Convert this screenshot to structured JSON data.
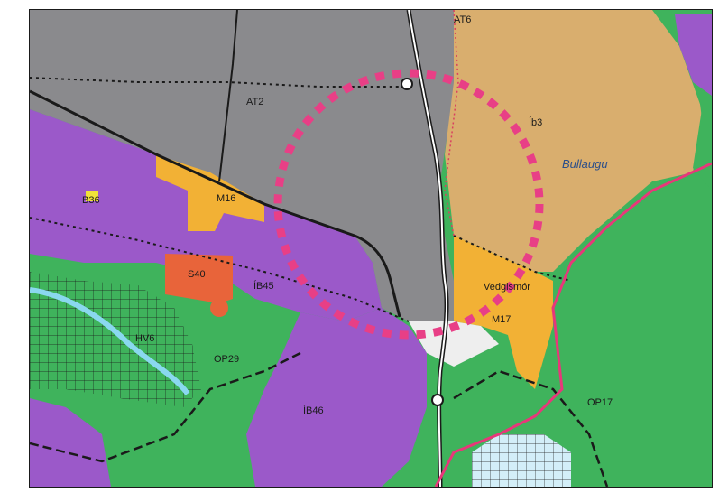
{
  "map": {
    "labels": {
      "at6": "AT6",
      "at2": "AT2",
      "ib3": "Íb3",
      "bullaugu": "Bullaugu",
      "b36": "B36",
      "m16": "M16",
      "s40": "S40",
      "ib45": "ÍB45",
      "hv6": "HV6",
      "op29": "OP29",
      "ib46": "ÍB46",
      "m17": "M17",
      "op17": "OP17",
      "vedgismor": "Vedgismór"
    },
    "colors": {
      "industrial_gray": "#8a8a8d",
      "residential_purple": "#9b59c9",
      "mixed_orange": "#f2b135",
      "service_red": "#e8643a",
      "open_green": "#3fb35c",
      "forest_tan": "#d9ae6e",
      "water_blue": "#8ad8ef",
      "road": "#1a1a1a",
      "highlight_circle": "#e83f86",
      "boundary_pink": "#e8377a"
    }
  }
}
